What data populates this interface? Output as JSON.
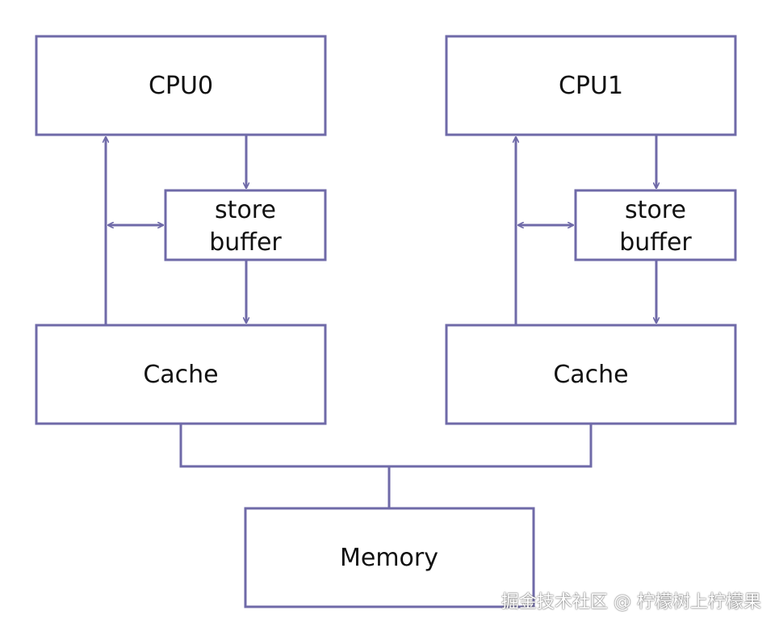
{
  "boxes": {
    "cpu0": "CPU0",
    "cpu1": "CPU1",
    "store_buffer_left": [
      "store",
      "buffer"
    ],
    "store_buffer_right": [
      "store",
      "buffer"
    ],
    "cache_left": "Cache",
    "cache_right": "Cache",
    "memory": "Memory"
  },
  "watermark": "掘金技术社区 @ 柠檬树上柠檬果",
  "colors": {
    "stroke": "#6f6aa8",
    "text": "#111111",
    "background": "#ffffff"
  }
}
